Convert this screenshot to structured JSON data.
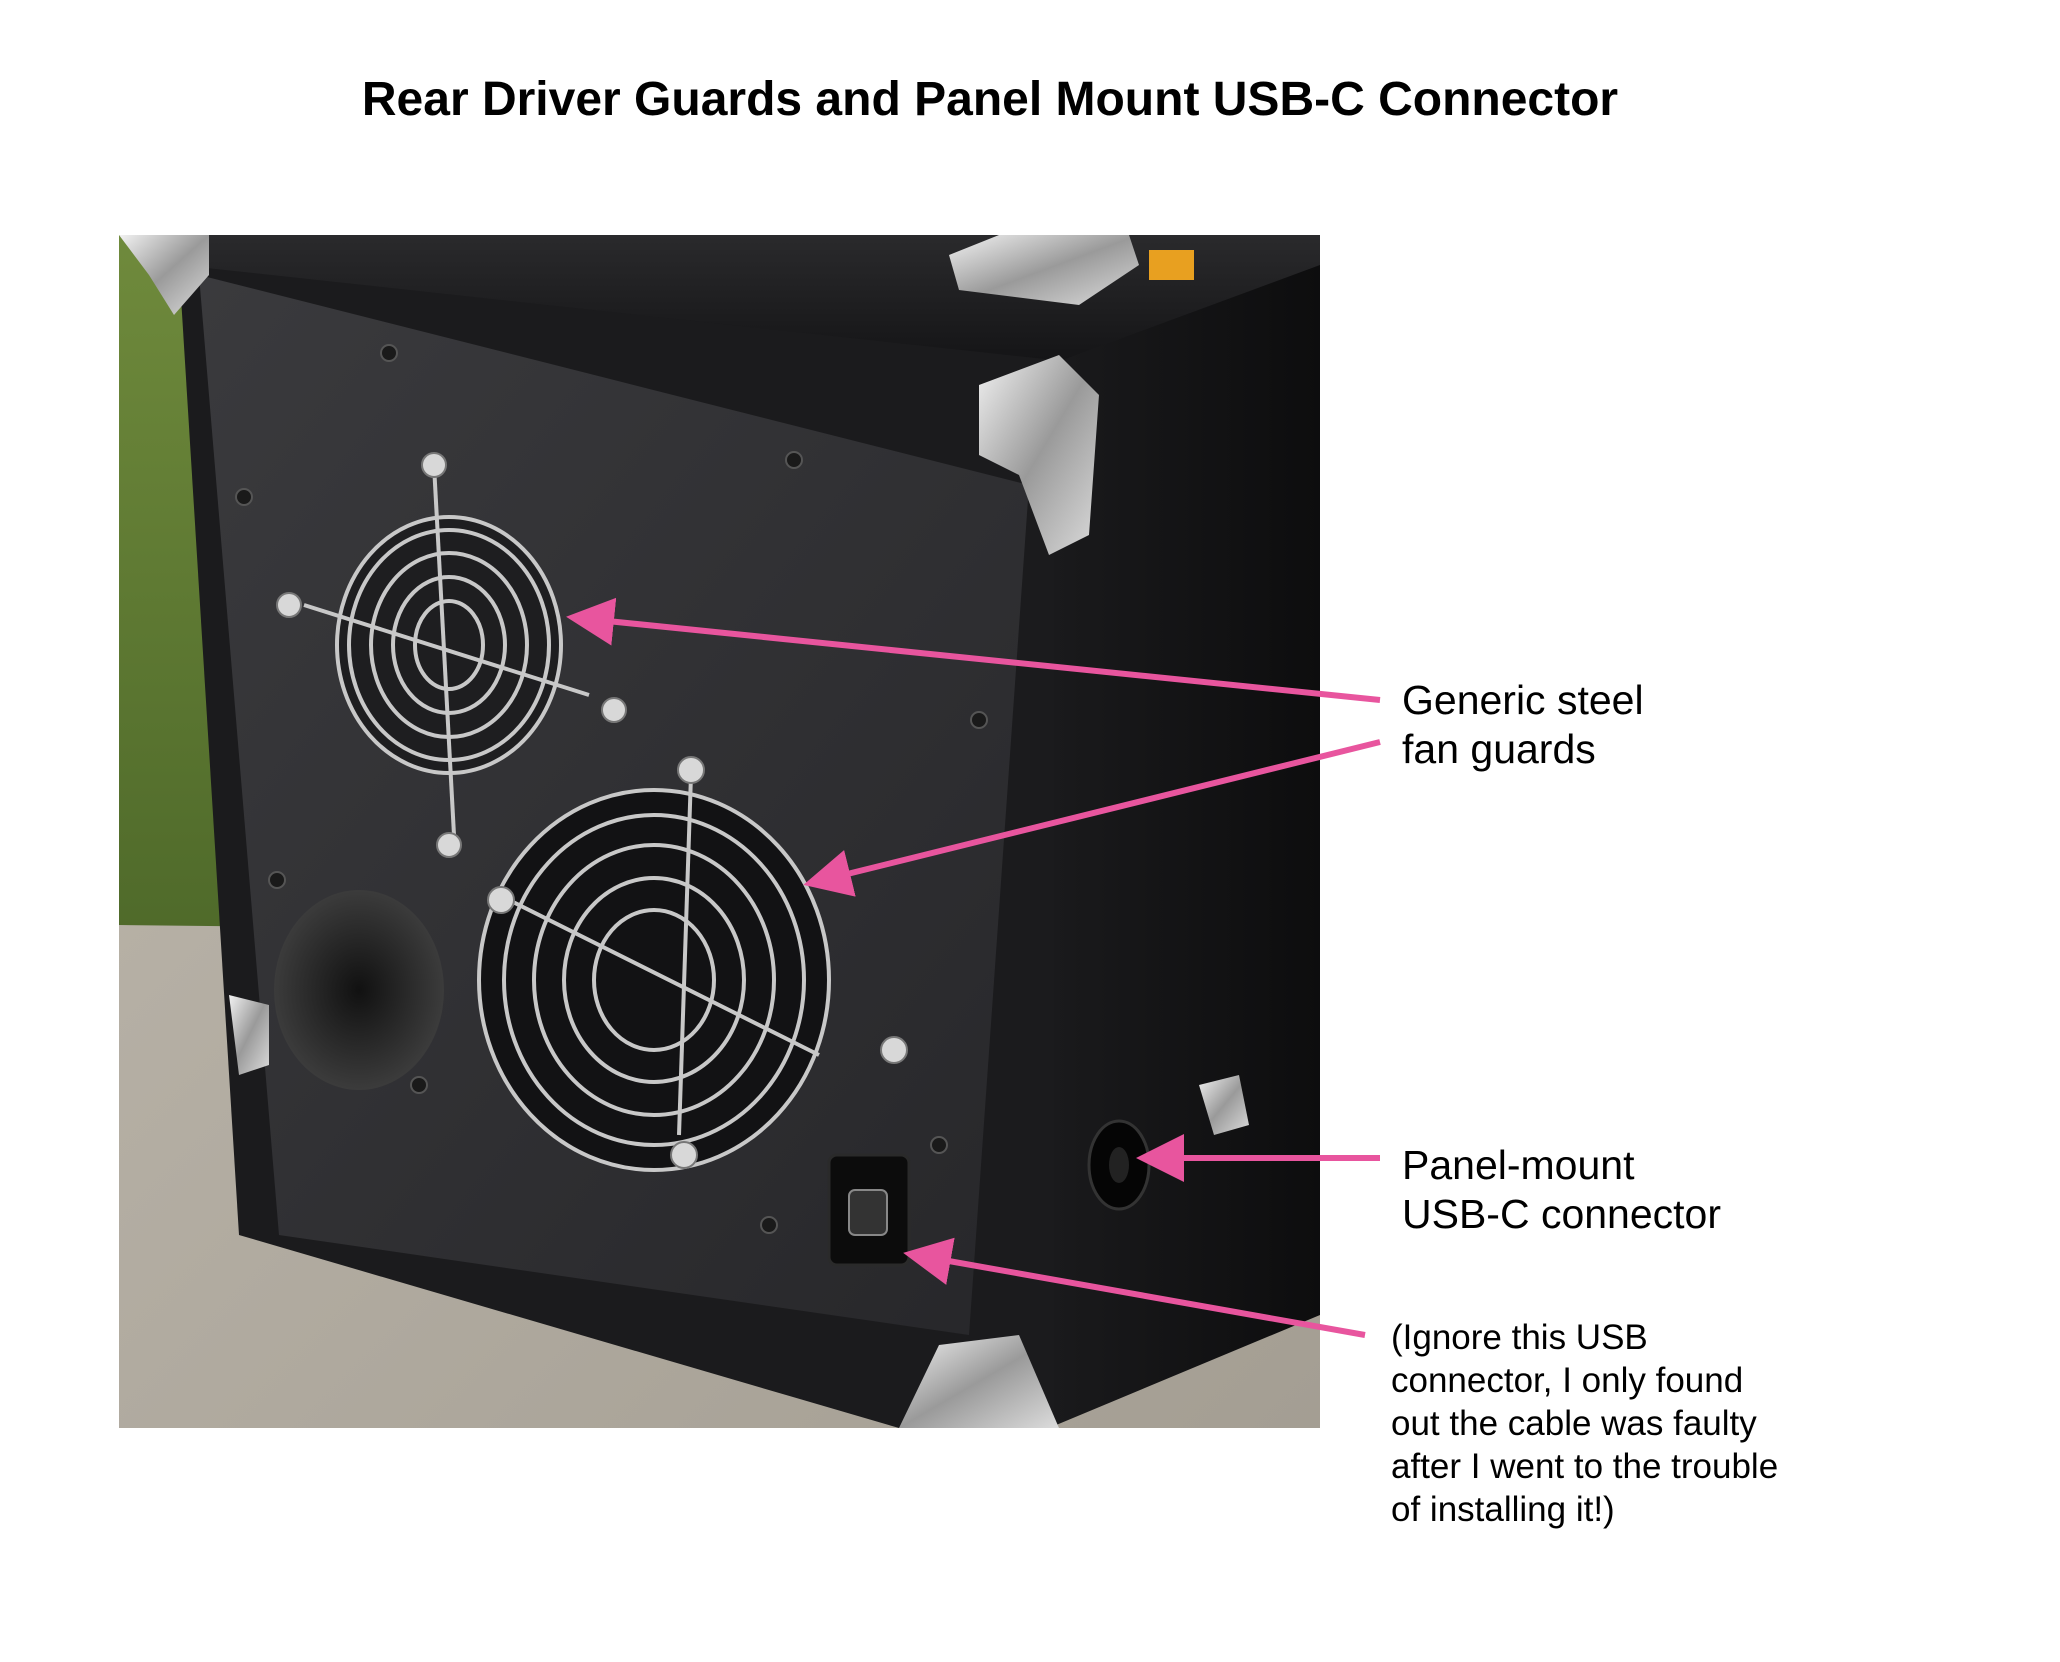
{
  "title": "Rear Driver Guards and Panel Mount USB-C Connector",
  "colors": {
    "arrow": "#e8559e",
    "background": "#ffffff",
    "text": "#000000"
  },
  "callouts": {
    "fan_guards": {
      "lines": [
        "Generic steel",
        "fan guards"
      ]
    },
    "usb_c": {
      "lines": [
        "Panel-mount",
        "USB-C connector"
      ]
    },
    "usb_ignore": {
      "lines": [
        "(Ignore this USB",
        "connector, I only found",
        "out the cable was faulty",
        "after I went to the trouble",
        "of installing it!)"
      ]
    }
  }
}
